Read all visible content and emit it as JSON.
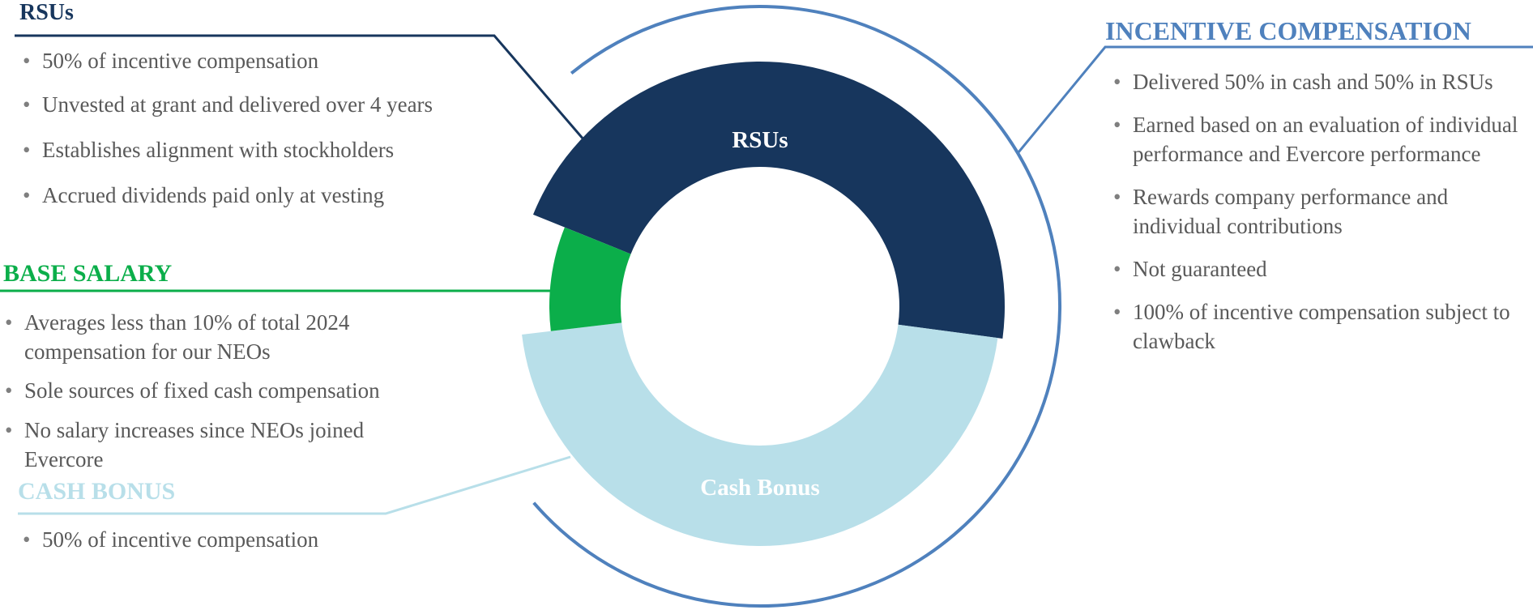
{
  "colors": {
    "rsus": "#17365d",
    "base_salary": "#0bae4a",
    "cash_bonus": "#b8dfe9",
    "incentive": "#4f81bd",
    "text": "#595959"
  },
  "chart_data": {
    "type": "pie",
    "variant": "donut",
    "slices": [
      {
        "label": "RSUs",
        "value": 46
      },
      {
        "label": "Cash Bonus",
        "value": 46
      },
      {
        "label": "",
        "value": 8
      }
    ]
  },
  "donut_labels": {
    "rsus": "RSUs",
    "cash_bonus": "Cash Bonus"
  },
  "sections": {
    "rsus": {
      "title": "RSUs",
      "bullets": [
        "50% of incentive compensation",
        "Unvested at grant and delivered over 4 years",
        "Establishes alignment with stockholders",
        "Accrued dividends paid only at vesting"
      ]
    },
    "base_salary": {
      "title": "BASE SALARY",
      "bullets": [
        "Averages less than 10% of total 2024 compensation for our NEOs",
        "Sole sources of fixed cash compensation",
        "No salary increases since NEOs joined Evercore"
      ]
    },
    "cash_bonus": {
      "title": "CASH BONUS",
      "bullets": [
        "50% of incentive compensation"
      ]
    },
    "incentive": {
      "title": "INCENTIVE COMPENSATION",
      "bullets": [
        "Delivered 50% in cash and 50% in RSUs",
        "Earned based on an evaluation of individual performance and Evercore performance",
        "Rewards company performance and individual contributions",
        "Not guaranteed",
        "100% of incentive compensation subject to clawback"
      ]
    }
  }
}
